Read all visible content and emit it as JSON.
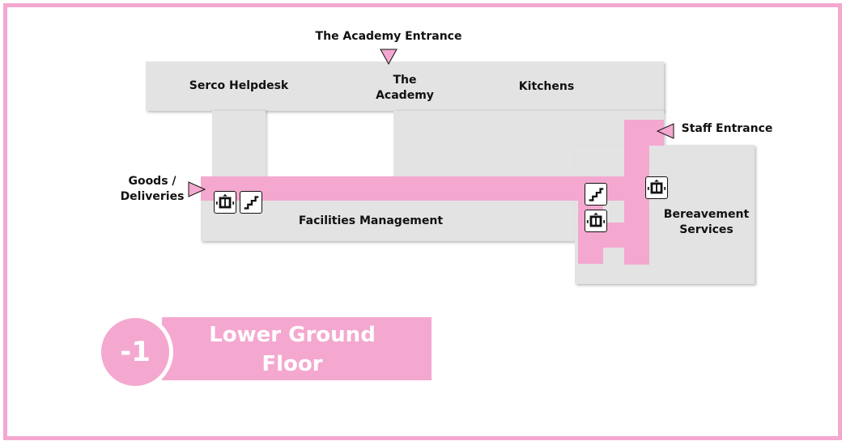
{
  "labels": {
    "academy_entrance": "The Academy Entrance",
    "serco_helpdesk": "Serco Helpdesk",
    "the_academy": "The\nAcademy",
    "kitchens": "Kitchens",
    "staff_entrance": "Staff Entrance",
    "goods_deliveries": "Goods /\nDeliveries",
    "facilities_management": "Facilities Management",
    "bereavement_services": "Bereavement\nServices"
  },
  "floor": {
    "number": "-1",
    "name": "Lower Ground\nFloor"
  },
  "colors": {
    "accent_pink": "#f4a8cf",
    "building_gray": "#e3e3e3",
    "text_dark": "#111111"
  },
  "icons": [
    "lift-icon",
    "stairs-icon",
    "entrance-marker-icon"
  ]
}
